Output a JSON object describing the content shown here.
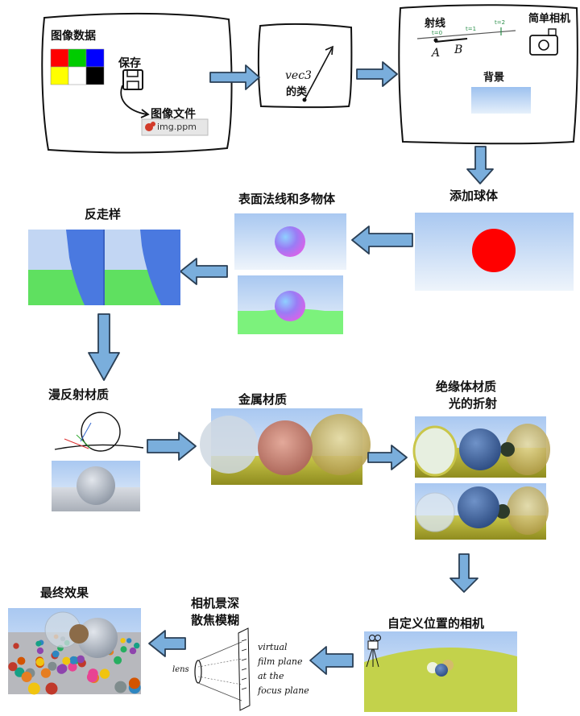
{
  "stage1": {
    "title": "图像数据",
    "save_label": "保存",
    "file_title": "图像文件",
    "file_name": "img.ppm",
    "pixel_colors": [
      "#ff0000",
      "#00cc00",
      "#0000ff",
      "#ffff00",
      "#ffffff",
      "#000000"
    ]
  },
  "stage2": {
    "vec_label_1": "vec3",
    "vec_label_2": "的类"
  },
  "stage3": {
    "ray_label": "射线",
    "camera_label": "简单相机",
    "point_a": "A",
    "point_b": "B",
    "t0": "t=0",
    "t1": "t=1",
    "t2": "t=2",
    "background_label": "背景"
  },
  "stage4": {
    "title": "添加球体"
  },
  "stage5": {
    "title": "表面法线和多物体"
  },
  "stage6": {
    "title": "反走样"
  },
  "stage7": {
    "title": "漫反射材质"
  },
  "stage8": {
    "title": "金属材质"
  },
  "stage9": {
    "title_1": "绝缘体材质",
    "title_2": "光的折射"
  },
  "stage10": {
    "title": "自定义位置的相机"
  },
  "stage11": {
    "title_1": "相机景深",
    "title_2": "散焦模糊",
    "lens_label": "lens",
    "note_1": "virtual",
    "note_2": "film plane",
    "note_3": "at the",
    "note_4": "focus plane"
  },
  "stage12": {
    "title": "最终效果"
  },
  "colors": {
    "arrow_fill": "#7aaedc",
    "arrow_stroke": "#2a3f55",
    "sky": "#bcd6f7",
    "ground_green": "#7cf27c",
    "sphere_red": "#ff0000",
    "ground_yellow": "#c9c64a"
  }
}
